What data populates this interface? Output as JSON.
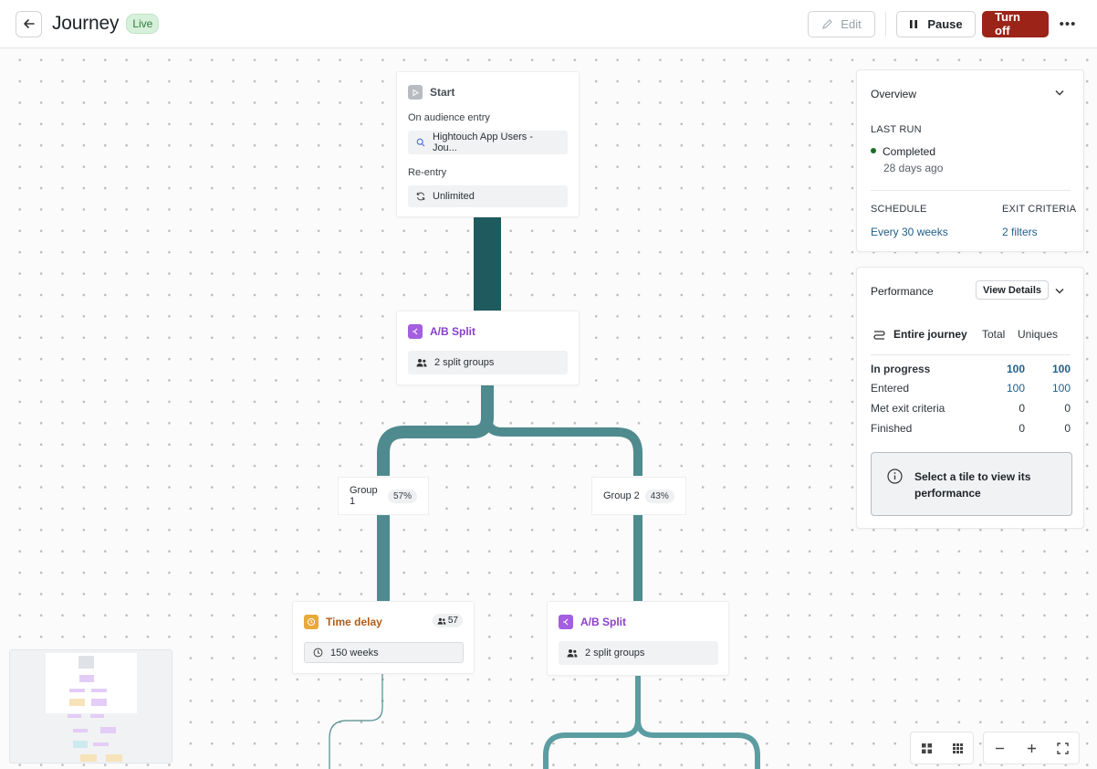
{
  "header": {
    "title": "Journey",
    "status": "Live",
    "edit_label": "Edit",
    "pause_label": "Pause",
    "turn_off_label": "Turn off",
    "more_label": "•••"
  },
  "nodes": {
    "start": {
      "title": "Start",
      "entry_label": "On audience entry",
      "audience": "Hightouch App Users - Jou...",
      "reentry_label": "Re-entry",
      "reentry_value": "Unlimited"
    },
    "ab_split_1": {
      "title": "A/B Split",
      "groups": "2 split groups"
    },
    "group_1": {
      "label": "Group 1",
      "pct": "57%"
    },
    "group_2": {
      "label": "Group 2",
      "pct": "43%"
    },
    "time_delay": {
      "title": "Time delay",
      "count": "57",
      "value": "150 weeks"
    },
    "ab_split_2": {
      "title": "A/B Split",
      "groups": "2 split groups"
    }
  },
  "overview": {
    "title": "Overview",
    "last_run_label": "LAST RUN",
    "last_run_status": "Completed",
    "last_run_time": "28 days ago",
    "schedule_label": "SCHEDULE",
    "schedule_value": "Every 30 weeks",
    "exit_label": "EXIT CRITERIA",
    "exit_value": "2 filters"
  },
  "performance": {
    "title": "Performance",
    "view_details": "View Details",
    "scope": "Entire journey",
    "col_total": "Total",
    "col_uniques": "Uniques",
    "rows": [
      {
        "label": "In progress",
        "total": "100",
        "uniques": "100"
      },
      {
        "label": "Entered",
        "total": "100",
        "uniques": "100"
      },
      {
        "label": "Met exit criteria",
        "total": "0",
        "uniques": "0"
      },
      {
        "label": "Finished",
        "total": "0",
        "uniques": "0"
      }
    ],
    "hint": "Select a tile to view its performance"
  },
  "colors": {
    "accent_dark": "#1f5b5e",
    "flow_teal": "#4f8a8e",
    "danger": "#9b2318",
    "split_purple": "#a35fe0",
    "delay_orange": "#e8a93b",
    "link_blue": "#1f5f8b"
  }
}
